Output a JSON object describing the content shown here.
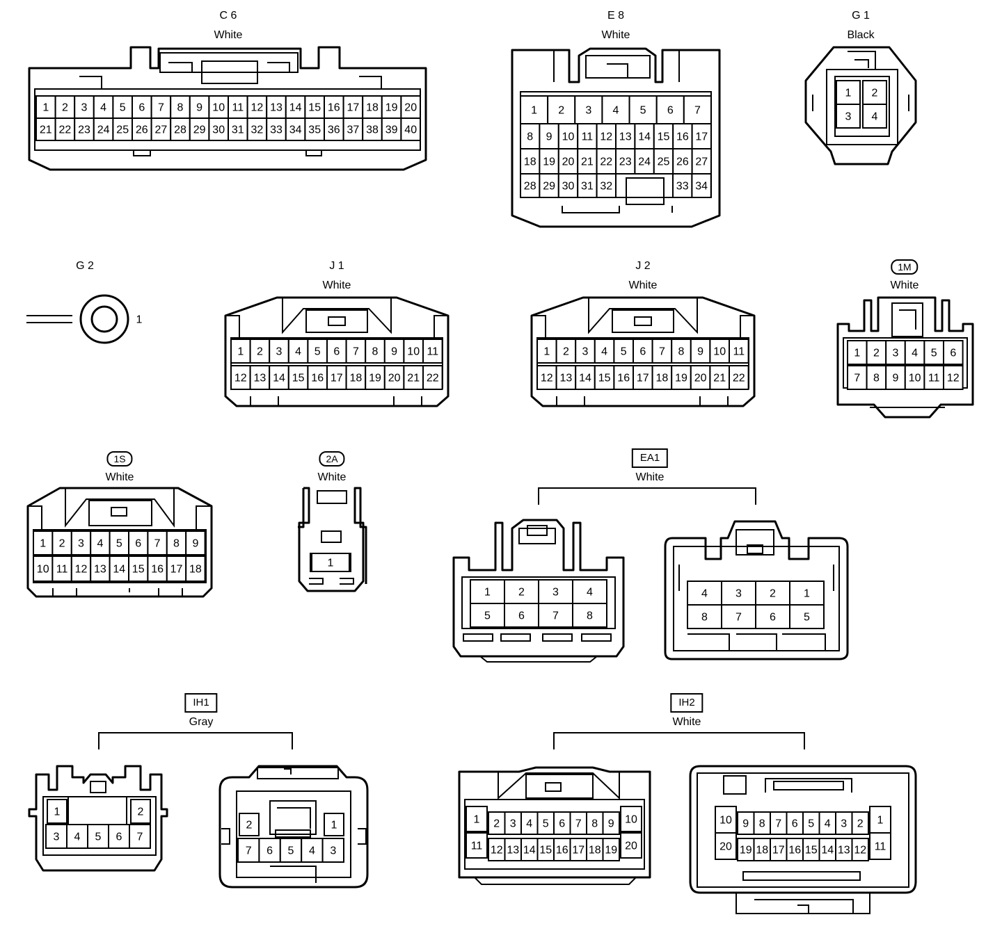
{
  "connectors": [
    {
      "id": "c6",
      "code": "C 6",
      "color": "White",
      "rows": [
        [
          "1",
          "2",
          "3",
          "4",
          "5",
          "6",
          "7",
          "8",
          "9",
          "10",
          "11",
          "12",
          "13",
          "14",
          "15",
          "16",
          "17",
          "18",
          "19",
          "20"
        ],
        [
          "21",
          "22",
          "23",
          "24",
          "25",
          "26",
          "27",
          "28",
          "29",
          "30",
          "31",
          "32",
          "33",
          "34",
          "35",
          "36",
          "37",
          "38",
          "39",
          "40"
        ]
      ]
    },
    {
      "id": "e8",
      "code": "E 8",
      "color": "White",
      "rows": [
        [
          "1",
          "2",
          "3",
          "4",
          "5",
          "6",
          "7"
        ],
        [
          "8",
          "9",
          "10",
          "11",
          "12",
          "13",
          "14",
          "15",
          "16",
          "17"
        ],
        [
          "18",
          "19",
          "20",
          "21",
          "22",
          "23",
          "24",
          "25",
          "26",
          "27"
        ],
        [
          "28",
          "29",
          "30",
          "31",
          "32",
          "33",
          "34"
        ]
      ]
    },
    {
      "id": "g1",
      "code": "G 1",
      "color": "Black",
      "rows": [
        [
          "1",
          "2"
        ],
        [
          "3",
          "4"
        ]
      ]
    },
    {
      "id": "g2",
      "code": "G 2",
      "color": "",
      "rows": [
        [
          "1"
        ]
      ]
    },
    {
      "id": "j1",
      "code": "J 1",
      "color": "White",
      "rows": [
        [
          "1",
          "2",
          "3",
          "4",
          "5",
          "6",
          "7",
          "8",
          "9",
          "10",
          "11"
        ],
        [
          "12",
          "13",
          "14",
          "15",
          "16",
          "17",
          "18",
          "19",
          "20",
          "21",
          "22"
        ]
      ]
    },
    {
      "id": "j2",
      "code": "J 2",
      "color": "White",
      "rows": [
        [
          "1",
          "2",
          "3",
          "4",
          "5",
          "6",
          "7",
          "8",
          "9",
          "10",
          "11"
        ],
        [
          "12",
          "13",
          "14",
          "15",
          "16",
          "17",
          "18",
          "19",
          "20",
          "21",
          "22"
        ]
      ]
    },
    {
      "id": "m1",
      "code": "1M",
      "color": "White",
      "rows": [
        [
          "1",
          "2",
          "3",
          "4",
          "5",
          "6"
        ],
        [
          "7",
          "8",
          "9",
          "10",
          "11",
          "12"
        ]
      ]
    },
    {
      "id": "s1",
      "code": "1S",
      "color": "White",
      "rows": [
        [
          "1",
          "2",
          "3",
          "4",
          "5",
          "6",
          "7",
          "8",
          "9"
        ],
        [
          "10",
          "11",
          "12",
          "13",
          "14",
          "15",
          "16",
          "17",
          "18"
        ]
      ]
    },
    {
      "id": "a2",
      "code": "2A",
      "color": "White",
      "rows": [
        [
          "1"
        ]
      ]
    },
    {
      "id": "ea1",
      "code": "EA1",
      "color": "White",
      "rows": [
        [
          "1",
          "2",
          "3",
          "4"
        ],
        [
          "5",
          "6",
          "7",
          "8"
        ]
      ],
      "rows_b": [
        [
          "4",
          "3",
          "2",
          "1"
        ],
        [
          "8",
          "7",
          "6",
          "5"
        ]
      ]
    },
    {
      "id": "ih1",
      "code": "IH1",
      "color": "Gray",
      "rows": [
        [
          "1",
          "2"
        ],
        [
          "3",
          "4",
          "5",
          "6",
          "7"
        ]
      ],
      "rows_b": [
        [
          "2",
          "1"
        ],
        [
          "7",
          "6",
          "5",
          "4",
          "3"
        ]
      ]
    },
    {
      "id": "ih2",
      "code": "IH2",
      "color": "White",
      "rows": [
        [
          "1",
          "2",
          "3",
          "4",
          "5",
          "6",
          "7",
          "8",
          "9",
          "10"
        ],
        [
          "11",
          "12",
          "13",
          "14",
          "15",
          "16",
          "17",
          "18",
          "19",
          "20"
        ]
      ],
      "rows_b": [
        [
          "10",
          "9",
          "8",
          "7",
          "6",
          "5",
          "4",
          "3",
          "2",
          "1"
        ],
        [
          "20",
          "19",
          "18",
          "17",
          "16",
          "15",
          "14",
          "13",
          "12",
          "11"
        ]
      ]
    }
  ]
}
